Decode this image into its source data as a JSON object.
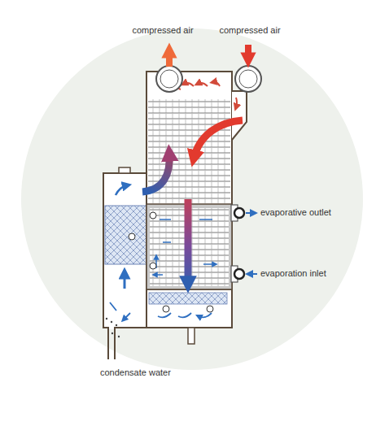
{
  "diagram": {
    "labels": [
      "compressed air",
      "compressed air",
      "evaporative outlet",
      "evaporation inlet",
      "condensate water"
    ]
  }
}
